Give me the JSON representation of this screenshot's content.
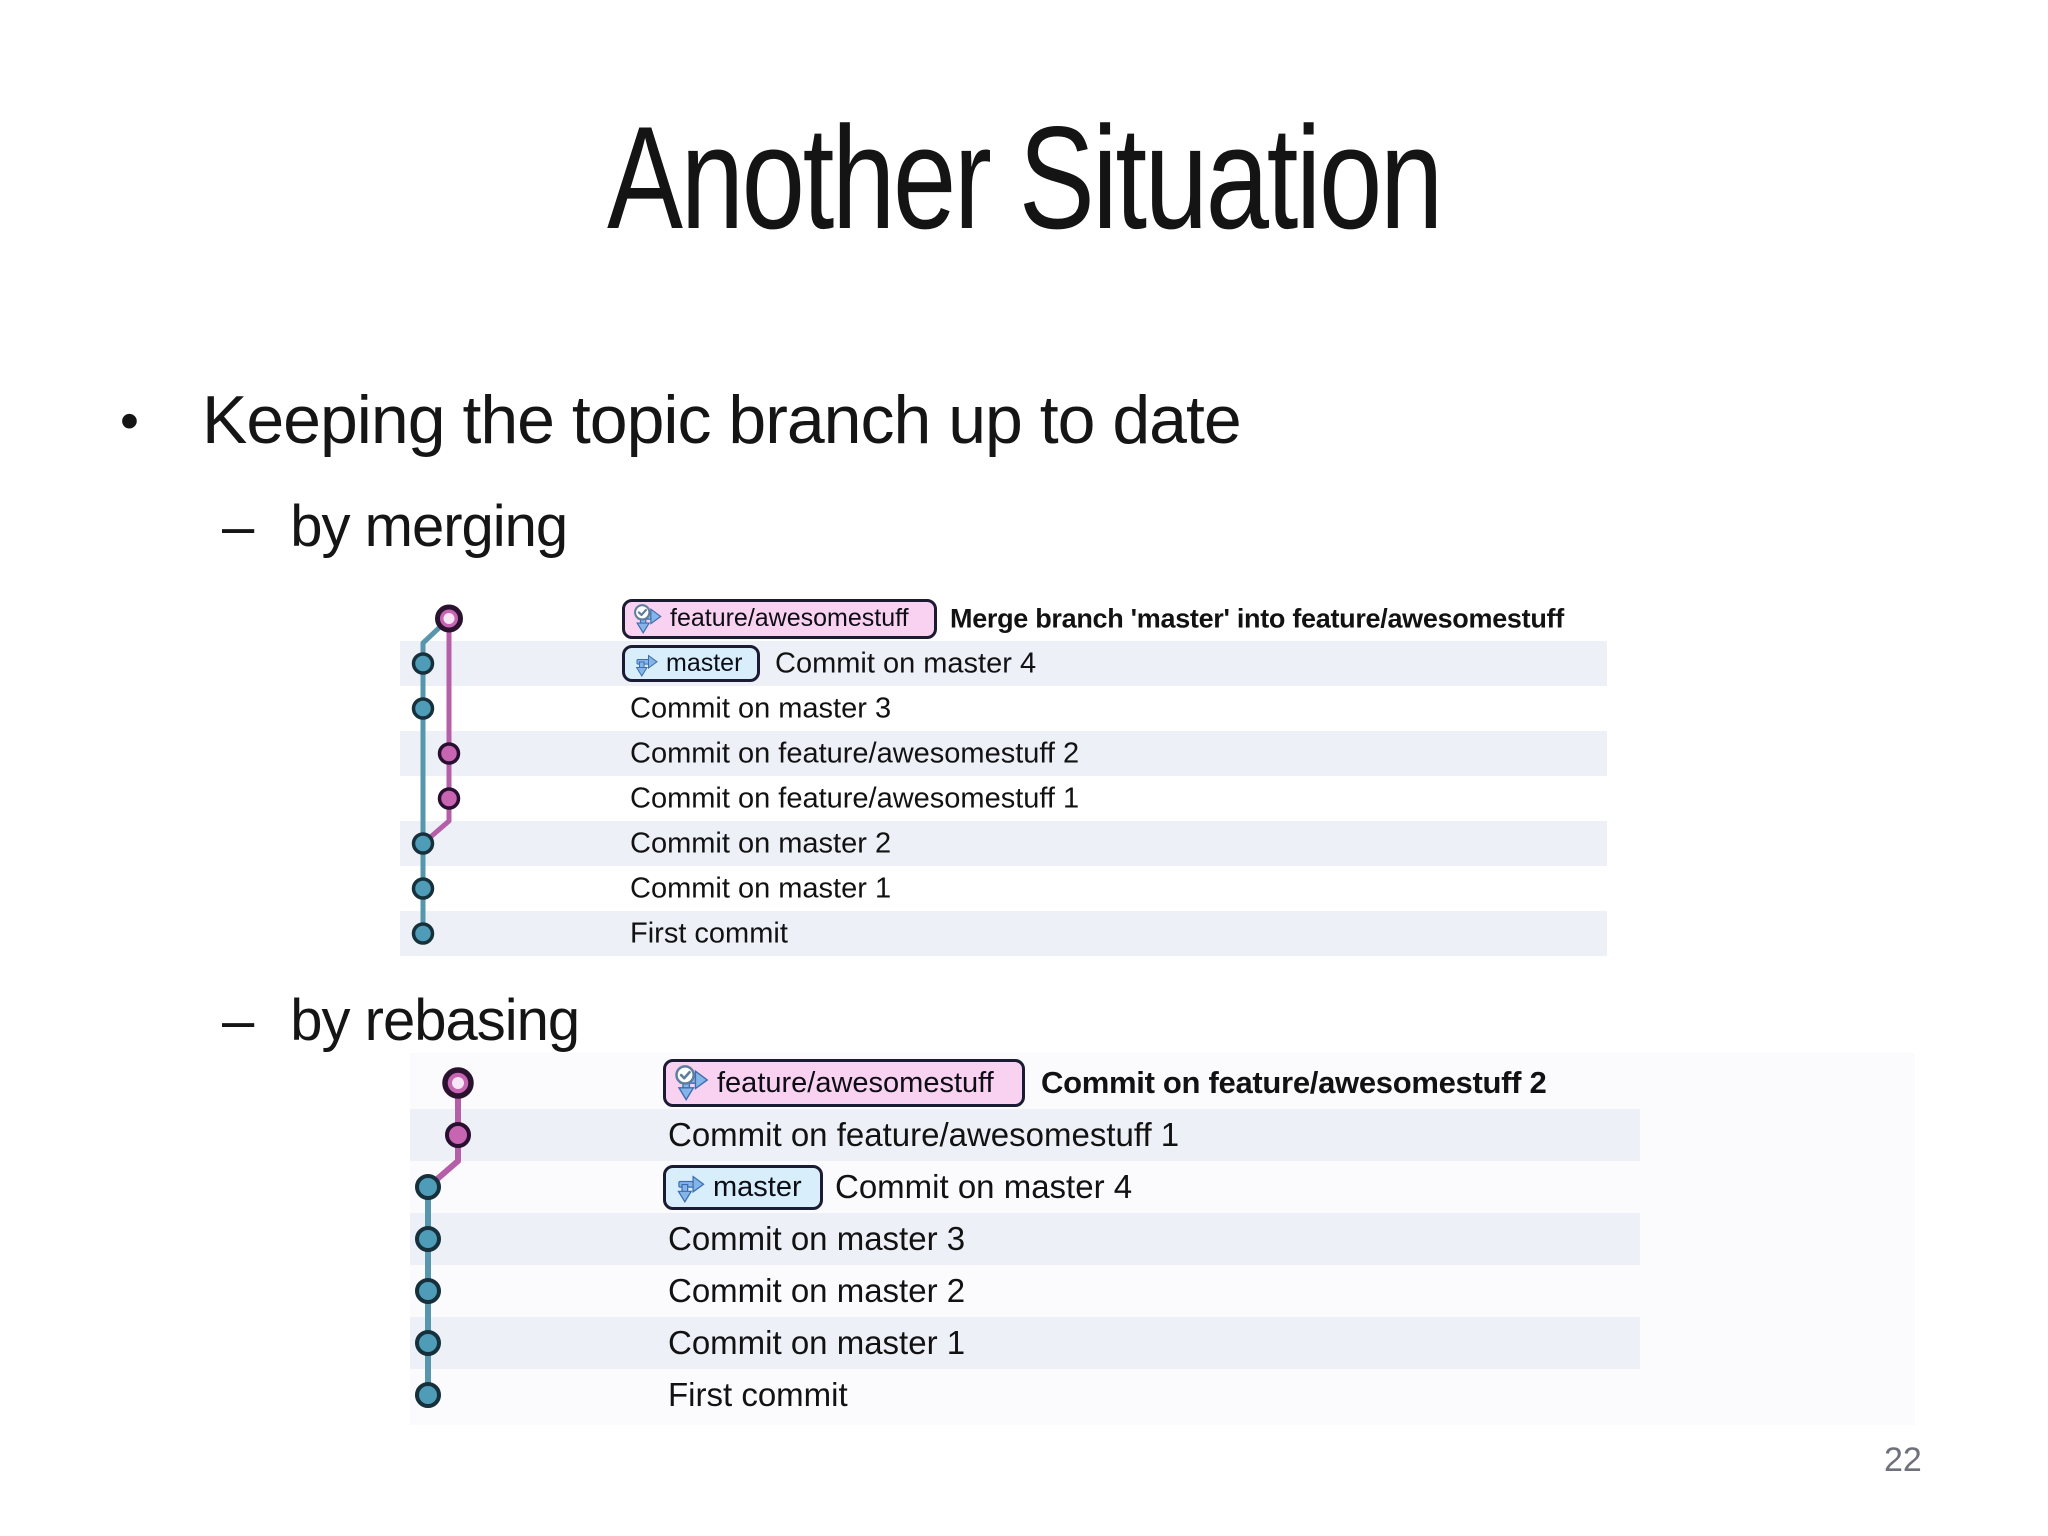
{
  "slide": {
    "title": "Another Situation",
    "bullet_char": "•",
    "dash_char": "–",
    "bullet": "Keeping the topic branch up to date",
    "sub_bullet_1": "by merging",
    "sub_bullet_2": "by rebasing",
    "page_number": "22"
  },
  "colors": {
    "feature_line": "#b55fa8",
    "feature_fill": "#c765b3",
    "feature_border": "#2a1030",
    "ring_border": "#2b1330",
    "ring_inner": "#f7e7f6",
    "master_line": "#5796ad",
    "master_fill": "#4f9cb8",
    "master_border": "#16313c",
    "row_stripe": "#eef0f8",
    "label_border": "#1b1b33",
    "feature_label_bg": "#f8d2f0",
    "master_label_bg": "#d9eefb",
    "icon_blue": "#84b5e9",
    "icon_blue_stroke": "#3e6cae",
    "check_gray": "#5d7f9d",
    "text": "#121212",
    "page_number_gray": "#70707a"
  },
  "merge_graph": {
    "feature_label": "feature/awesomestuff",
    "master_label": "master",
    "rows": [
      {
        "message": "Merge branch 'master' into feature/awesomestuff",
        "branch": "feature",
        "node": "ring",
        "label": "feature",
        "bold": true
      },
      {
        "message": "Commit on master 4",
        "branch": "master",
        "node": "dot",
        "label": "master"
      },
      {
        "message": "Commit on master 3",
        "branch": "master",
        "node": "dot"
      },
      {
        "message": "Commit on feature/awesomestuff 2",
        "branch": "feature",
        "node": "dot"
      },
      {
        "message": "Commit on feature/awesomestuff 1",
        "branch": "feature",
        "node": "dot"
      },
      {
        "message": "Commit on master 2",
        "branch": "master",
        "node": "dot"
      },
      {
        "message": "Commit on master 1",
        "branch": "master",
        "node": "dot"
      },
      {
        "message": "First commit",
        "branch": "master",
        "node": "dot"
      }
    ]
  },
  "rebase_graph": {
    "feature_label": "feature/awesomestuff",
    "master_label": "master",
    "rows": [
      {
        "message": "Commit on feature/awesomestuff 2",
        "branch": "feature",
        "node": "ring",
        "label": "feature",
        "bold": true
      },
      {
        "message": "Commit on feature/awesomestuff 1",
        "branch": "feature",
        "node": "dot"
      },
      {
        "message": "Commit on master 4",
        "branch": "master",
        "node": "dot",
        "label": "master"
      },
      {
        "message": "Commit on master 3",
        "branch": "master",
        "node": "dot"
      },
      {
        "message": "Commit on master 2",
        "branch": "master",
        "node": "dot"
      },
      {
        "message": "Commit on master 1",
        "branch": "master",
        "node": "dot"
      },
      {
        "message": "First commit",
        "branch": "master",
        "node": "dot"
      }
    ]
  }
}
